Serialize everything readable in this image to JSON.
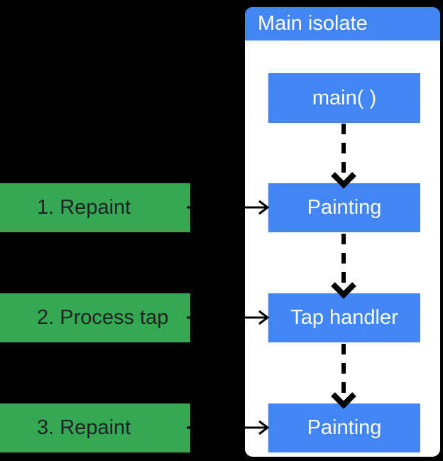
{
  "diagram": {
    "title": "Main isolate",
    "nodes": [
      {
        "id": "main",
        "label": "main( )"
      },
      {
        "id": "painting-1",
        "label": "Painting"
      },
      {
        "id": "tap-handler",
        "label": "Tap handler"
      },
      {
        "id": "painting-2",
        "label": "Painting"
      }
    ],
    "steps": [
      {
        "id": "step-1",
        "label": "1. Repaint"
      },
      {
        "id": "step-2",
        "label": "2. Process tap"
      },
      {
        "id": "step-3",
        "label": "3. Repaint"
      }
    ]
  },
  "colors": {
    "background": "#000000",
    "panel": "#ffffff",
    "node_blue": "#4285F4",
    "node_text": "#ffffff",
    "step_green": "#34A853",
    "step_text": "#202124",
    "arrow": "#000000"
  }
}
